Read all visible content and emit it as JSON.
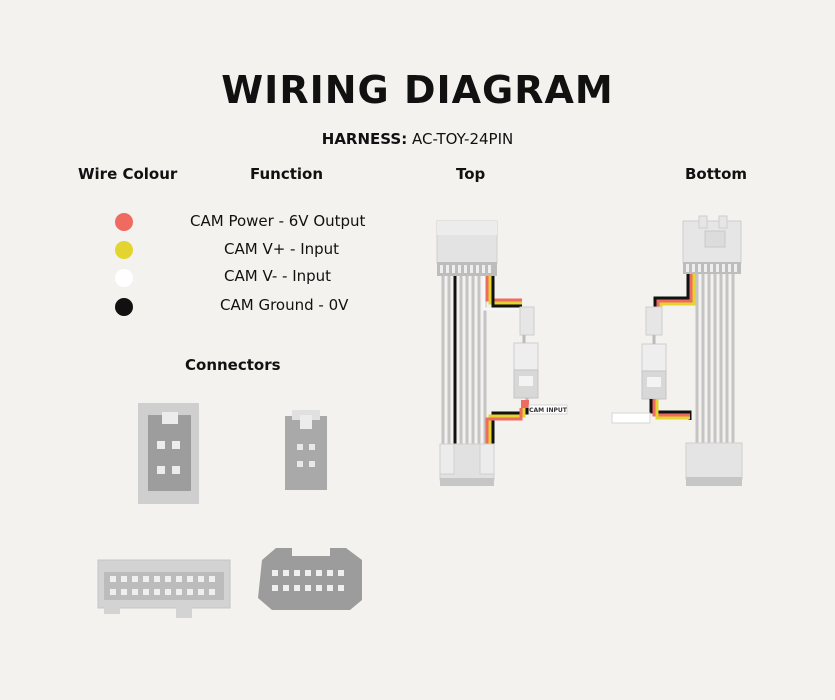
{
  "title": "WIRING DIAGRAM",
  "harness": {
    "label": "HARNESS:",
    "value": "AC-TOY-24PIN"
  },
  "headers": {
    "wire_colour": "Wire Colour",
    "function": "Function",
    "top": "Top",
    "bottom": "Bottom"
  },
  "wires": [
    {
      "color": "#ef6a61",
      "function": "CAM Power - 6V Output"
    },
    {
      "color": "#e3d430",
      "function": "CAM V+ - Input"
    },
    {
      "color": "#ffffff",
      "function": "CAM V- - Input"
    },
    {
      "color": "#111111",
      "function": "CAM Ground - 0V"
    }
  ],
  "connectors_heading": "Connectors",
  "cam_input_label": "CAM INPUT"
}
